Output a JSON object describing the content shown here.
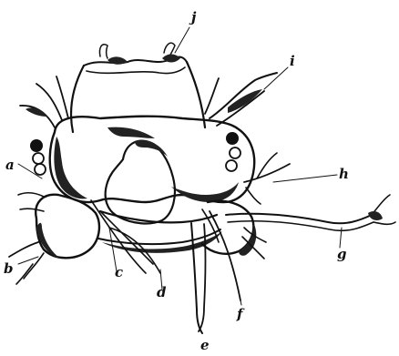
{
  "labels": {
    "a": "a",
    "b": "b",
    "c": "c",
    "d": "d",
    "e": "e",
    "f": "f",
    "g": "g",
    "h": "h",
    "i": "i",
    "j": "j"
  }
}
